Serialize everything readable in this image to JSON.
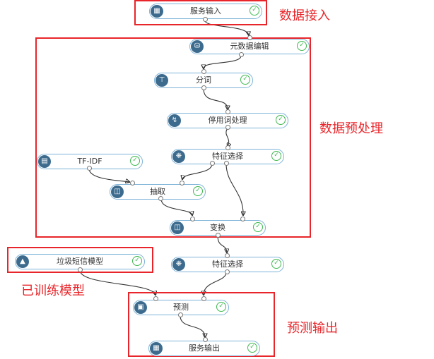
{
  "nodes": {
    "service_input": {
      "label": "服务输入",
      "icon": "table-icon"
    },
    "metadata_edit": {
      "label": "元数据编辑",
      "icon": "database-icon"
    },
    "tokenize": {
      "label": "分词",
      "icon": "split-icon"
    },
    "stopword": {
      "label": "停用词处理",
      "icon": "filter-icon"
    },
    "feature_select_1": {
      "label": "特征选择",
      "icon": "gear-icon"
    },
    "tfidf": {
      "label": "TF-IDF",
      "icon": "chart-icon"
    },
    "extract": {
      "label": "抽取",
      "icon": "columns-icon"
    },
    "transform": {
      "label": "变换",
      "icon": "columns-icon"
    },
    "spam_model": {
      "label": "垃圾短信模型",
      "icon": "flask-icon"
    },
    "feature_select_2": {
      "label": "特征选择",
      "icon": "gear-icon"
    },
    "predict": {
      "label": "预测",
      "icon": "image-icon"
    },
    "service_output": {
      "label": "服务输出",
      "icon": "table-icon"
    }
  },
  "status_icon": "check-circle-icon",
  "annotations": {
    "data_ingest": "数据接入",
    "preprocess": "数据预处理",
    "trained_model": "已训练模型",
    "predict_output": "预测输出"
  },
  "colors": {
    "highlight_box": "#e8252a",
    "node_border": "#7eb3d8",
    "node_icon_bg": "#3d6b8e",
    "status_ok": "#3fb950"
  }
}
